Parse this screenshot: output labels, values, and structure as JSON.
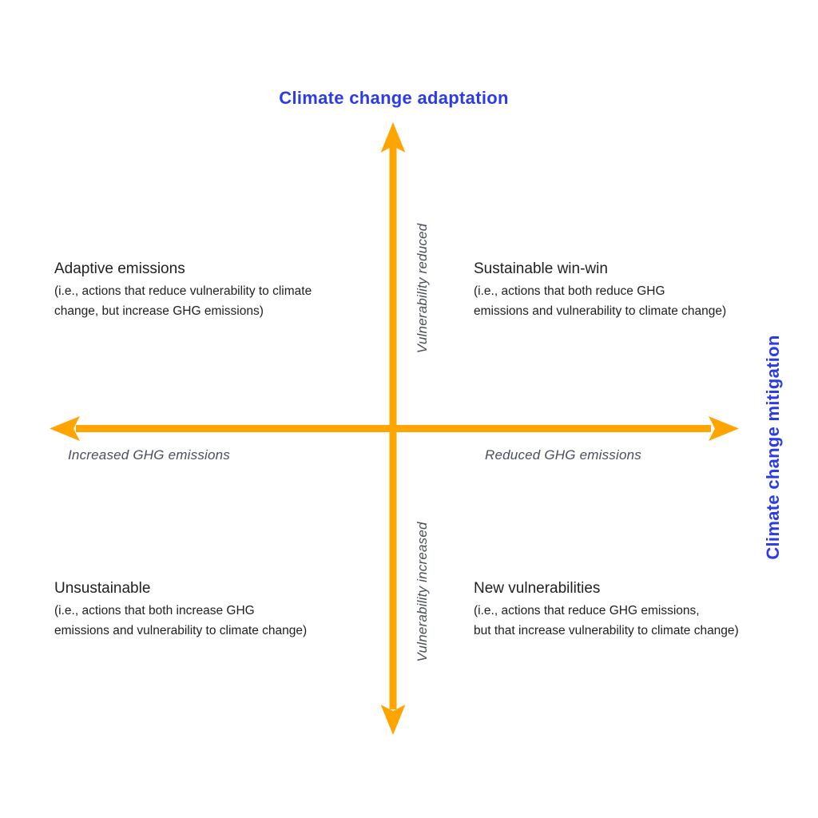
{
  "colors": {
    "axis_arrow": "#FFA502",
    "axis_title": "#2B3BEA",
    "axis_label": "#4A4F5D",
    "quadrant_text": "#202124",
    "background": "#FFFFFF"
  },
  "axes": {
    "vertical_title": "Climate change adaptation",
    "horizontal_title": "Climate change mitigation",
    "up_label": "Vulnerability reduced",
    "down_label": "Vulnerability increased",
    "left_label": "Increased GHG emissions",
    "right_label": "Reduced GHG emissions"
  },
  "quadrants": {
    "top_left": {
      "heading": "Adaptive emissions",
      "description": "(i.e., actions that reduce vulnerability to climate\nchange, but increase GHG emissions)"
    },
    "top_right": {
      "heading": "Sustainable win-win",
      "description": "(i.e., actions that both reduce GHG\nemissions and vulnerability to climate change)"
    },
    "bottom_left": {
      "heading": "Unsustainable",
      "description": "(i.e., actions that both increase GHG\nemissions and vulnerability to climate change)"
    },
    "bottom_right": {
      "heading": "New vulnerabilities",
      "description": "(i.e., actions that reduce GHG emissions,\nbut that increase vulnerability to climate change)"
    }
  }
}
